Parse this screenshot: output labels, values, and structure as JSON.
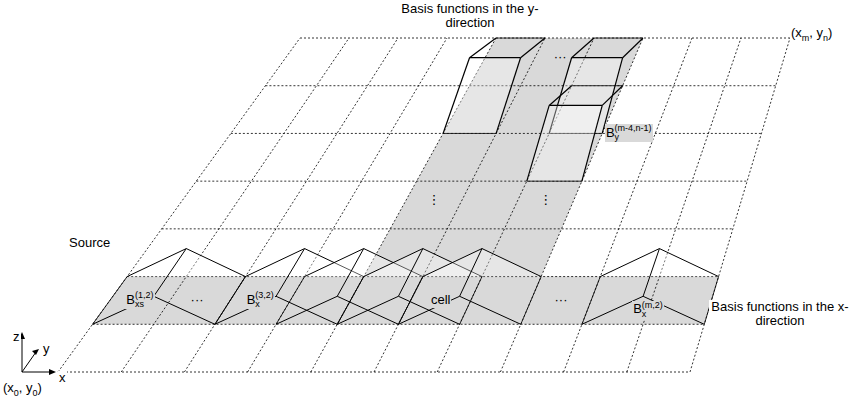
{
  "diagram": {
    "labels": [
      "Basis functions in the y-direction",
      "(x",
      "m",
      ", y",
      "n",
      ")",
      "B",
      "y",
      "(m-4,n-1)",
      "Source",
      "B",
      "xs",
      "(1,2)",
      "···",
      "B",
      "x",
      "(3,2)",
      "cell",
      "···",
      "B",
      "x",
      "(m,2)",
      "Basis functions in the x-direction",
      "z",
      "y",
      "x",
      "(x",
      "0",
      ", y",
      "0",
      ")",
      "⋮",
      "⋮",
      "···"
    ]
  }
}
